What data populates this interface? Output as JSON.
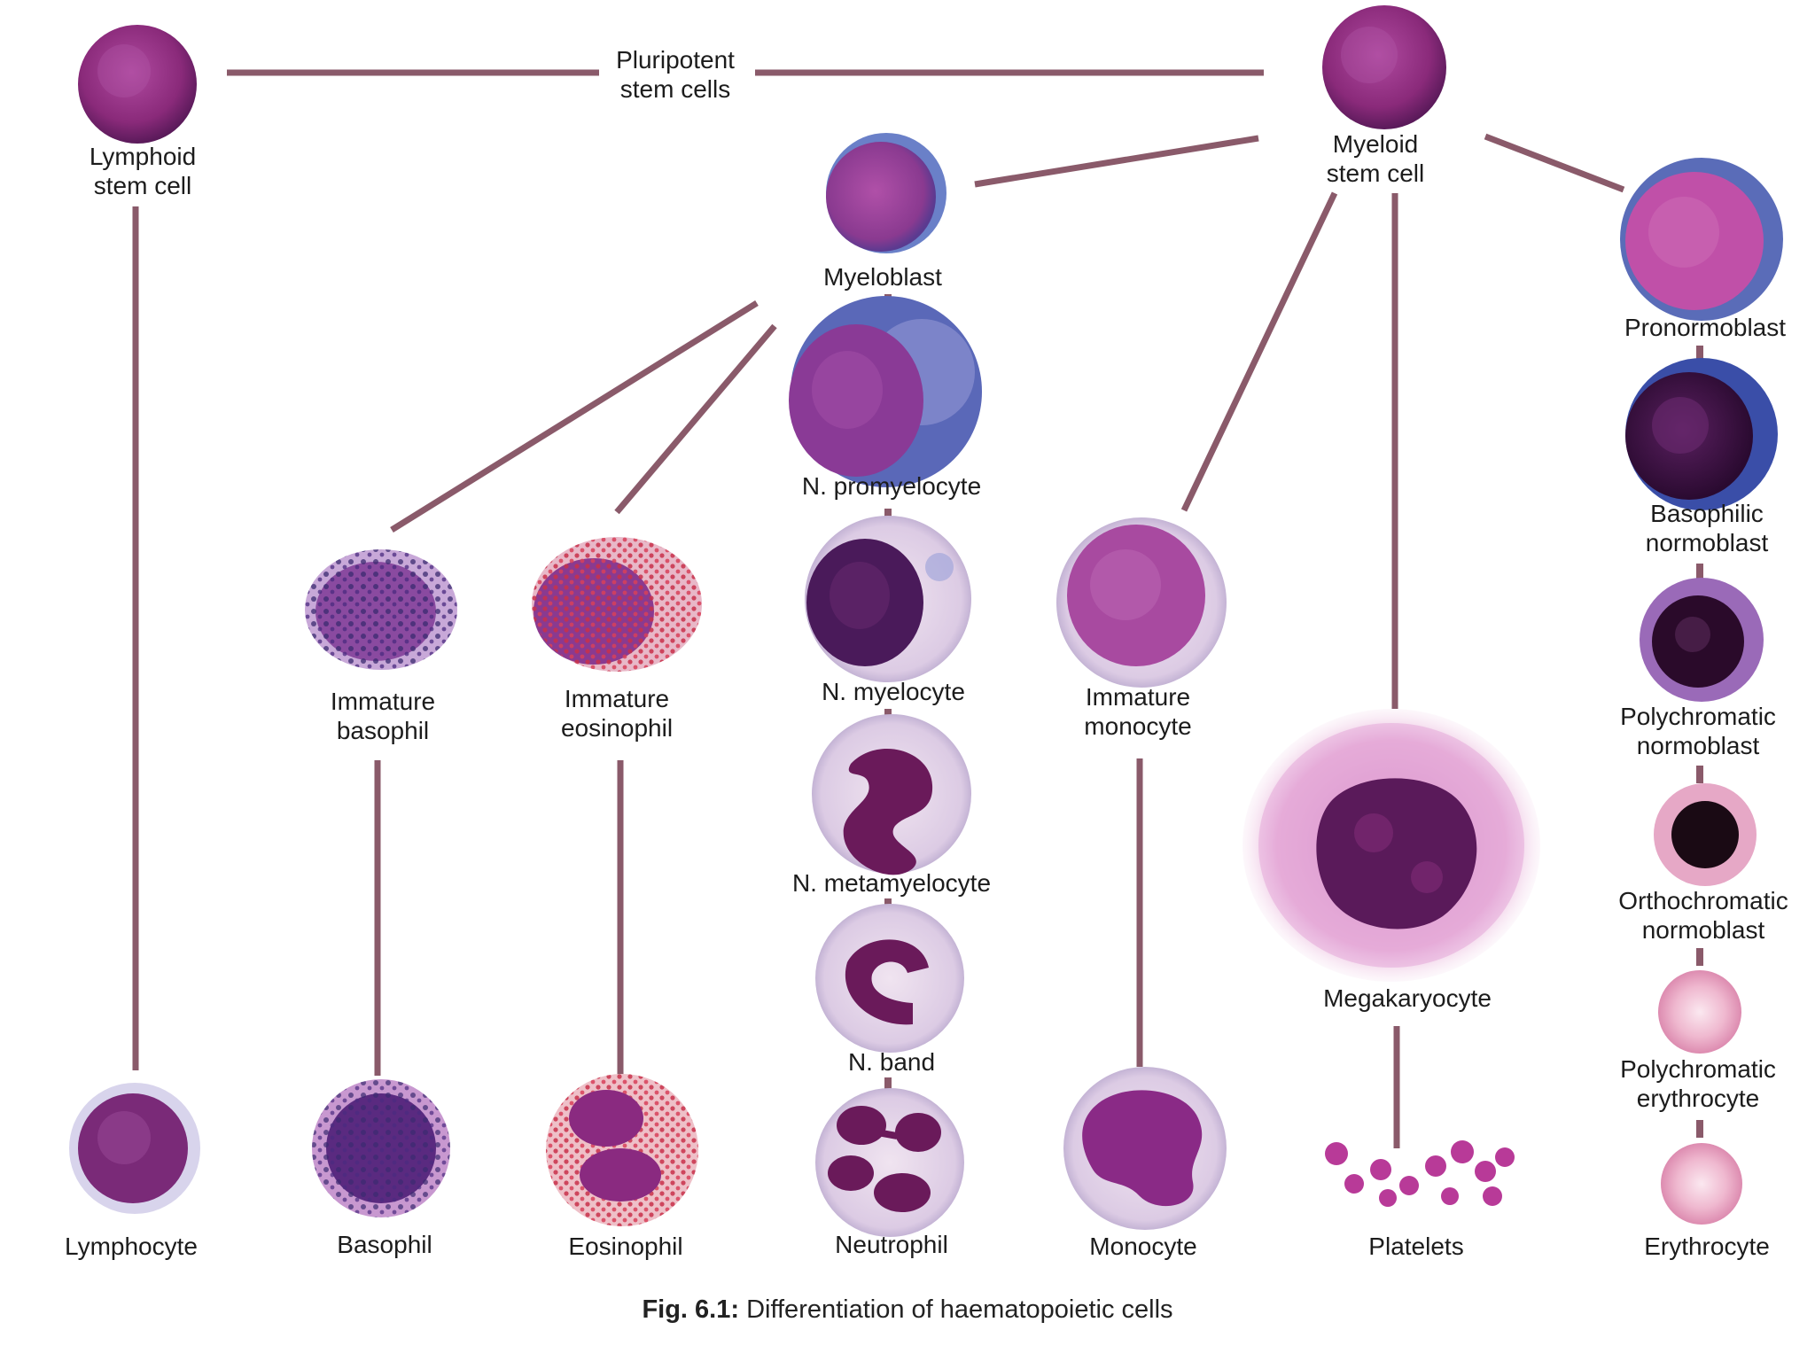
{
  "nodes": {
    "lymphoid": {
      "label1": "Lymphoid",
      "label2": "stem cell"
    },
    "pluripotent": {
      "label1": "Pluripotent",
      "label2": "stem cells"
    },
    "myeloid": {
      "label1": "Myeloid",
      "label2": "stem cell"
    },
    "myeloblast": {
      "label1": "Myeloblast"
    },
    "pronormoblast": {
      "label1": "Pronormoblast"
    },
    "n_promyelocyte": {
      "label1": "N. promyelocyte"
    },
    "basophilic_normoblast": {
      "label1": "Basophilic",
      "label2": "normoblast"
    },
    "immature_basophil": {
      "label1": "Immature",
      "label2": "basophil"
    },
    "immature_eosinophil": {
      "label1": "Immature",
      "label2": "eosinophil"
    },
    "n_myelocyte": {
      "label1": "N. myelocyte"
    },
    "immature_monocyte": {
      "label1": "Immature",
      "label2": "monocyte"
    },
    "polychromatic_normoblast": {
      "label1": "Polychromatic",
      "label2": "normoblast"
    },
    "n_metamyelocyte": {
      "label1": "N. metamyelocyte"
    },
    "orthochromatic_normoblast": {
      "label1": "Orthochromatic",
      "label2": "normoblast"
    },
    "megakaryocyte": {
      "label1": "Megakaryocyte"
    },
    "n_band": {
      "label1": "N. band"
    },
    "polychromatic_erythrocyte": {
      "label1": "Polychromatic",
      "label2": "erythrocyte"
    },
    "lymphocyte": {
      "label1": "Lymphocyte"
    },
    "basophil": {
      "label1": "Basophil"
    },
    "eosinophil": {
      "label1": "Eosinophil"
    },
    "neutrophil": {
      "label1": "Neutrophil"
    },
    "monocyte": {
      "label1": "Monocyte"
    },
    "platelets": {
      "label1": "Platelets"
    },
    "erythrocyte": {
      "label1": "Erythrocyte"
    }
  },
  "caption": {
    "prefix": "Fig. 6.1:",
    "text": "Differentiation of haematopoietic cells"
  },
  "colors": {
    "connector": "#8a5a6a",
    "nucleus_dark": "#4a1a5a",
    "nucleus_mid": "#8a3a8a",
    "cytoplasm_blue": "#6a70b8",
    "cytoplasm_pale": "#ddd0e8",
    "granule_red": "#c8304a",
    "rbc_pink": "#e8a8c4"
  }
}
